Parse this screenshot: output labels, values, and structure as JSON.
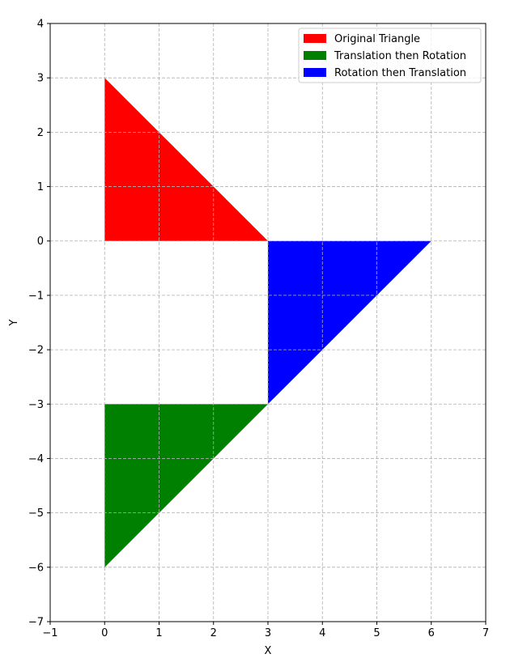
{
  "chart_data": {
    "type": "area",
    "title": "",
    "xlabel": "X",
    "ylabel": "Y",
    "xlim": [
      -1,
      7
    ],
    "ylim": [
      -7,
      4
    ],
    "x_ticks": [
      -1,
      0,
      1,
      2,
      3,
      4,
      5,
      6,
      7
    ],
    "y_ticks": [
      -7,
      -6,
      -5,
      -4,
      -3,
      -2,
      -1,
      0,
      1,
      2,
      3,
      4
    ],
    "grid": true,
    "grid_style": "dashed",
    "legend_position": "top-right",
    "series": [
      {
        "name": "Original Triangle",
        "color": "#ff0000",
        "vertices": [
          [
            0,
            0
          ],
          [
            3,
            0
          ],
          [
            0,
            3
          ]
        ]
      },
      {
        "name": "Translation then Rotation",
        "color": "#008000",
        "vertices": [
          [
            0,
            -3
          ],
          [
            3,
            -3
          ],
          [
            0,
            -6
          ]
        ]
      },
      {
        "name": "Rotation then Translation",
        "color": "#0000ff",
        "vertices": [
          [
            3,
            0
          ],
          [
            6,
            0
          ],
          [
            3,
            -3
          ]
        ]
      }
    ]
  }
}
